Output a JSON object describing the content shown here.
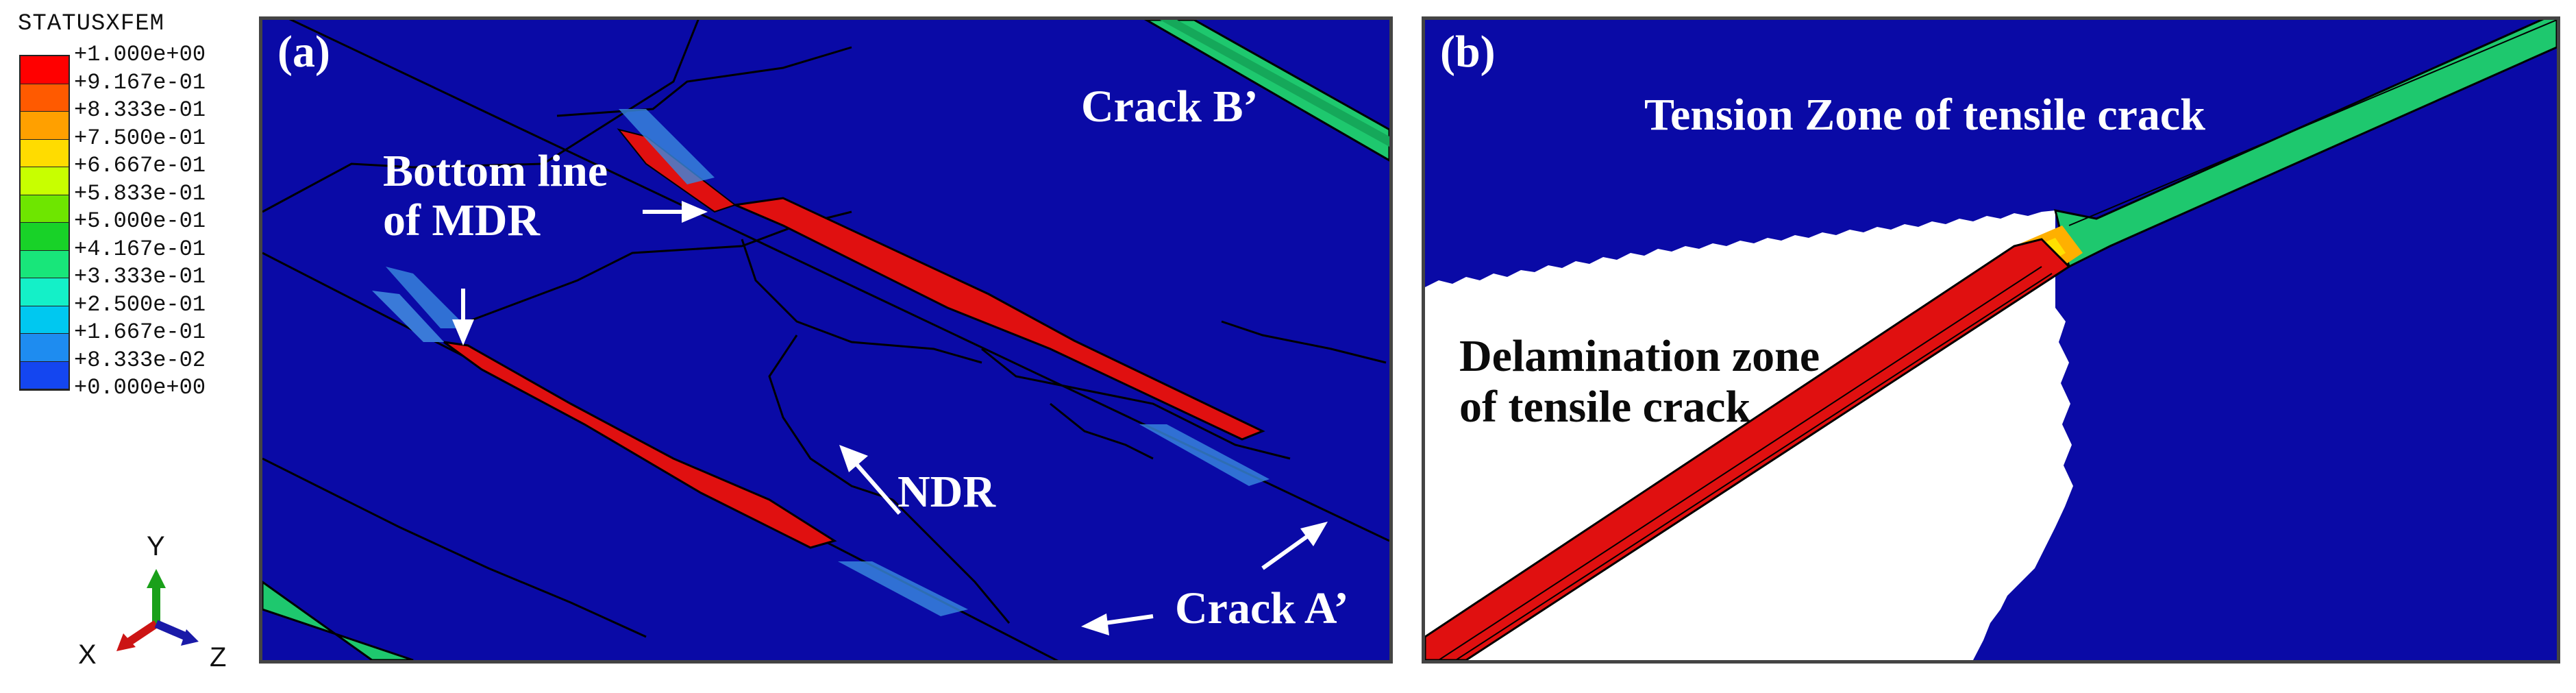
{
  "legend": {
    "title": "STATUSXFEM",
    "labels": [
      "+1.000e+00",
      "+9.167e-01",
      "+8.333e-01",
      "+7.500e-01",
      "+6.667e-01",
      "+5.833e-01",
      "+5.000e-01",
      "+4.167e-01",
      "+3.333e-01",
      "+2.500e-01",
      "+1.667e-01",
      "+8.333e-02",
      "+0.000e+00"
    ],
    "colors": [
      "#ff0000",
      "#ff5a00",
      "#ffa000",
      "#ffdc00",
      "#c8ff00",
      "#6ee600",
      "#18d228",
      "#18e67a",
      "#14f0c8",
      "#00c8f0",
      "#1e8cf0",
      "#1446f0"
    ]
  },
  "axes_triad": {
    "y": "Y",
    "x": "X",
    "z": "Z"
  },
  "panel_a": {
    "tag": "(a)",
    "labels": {
      "crack_b": "Crack B’",
      "bottom_line_1": "Bottom line",
      "bottom_line_2": "of MDR",
      "ndr": "NDR",
      "crack_a": "Crack A’"
    }
  },
  "panel_b": {
    "tag": "(b)",
    "labels": {
      "tension": "Tension Zone of tensile crack",
      "delam_1": "Delamination zone",
      "delam_2": "of tensile crack"
    }
  },
  "colors": {
    "background_blue": "#0a0aa6",
    "crack_red": "#e01010",
    "crack_green": "#1ec86e",
    "delam_white": "#ffffff"
  }
}
